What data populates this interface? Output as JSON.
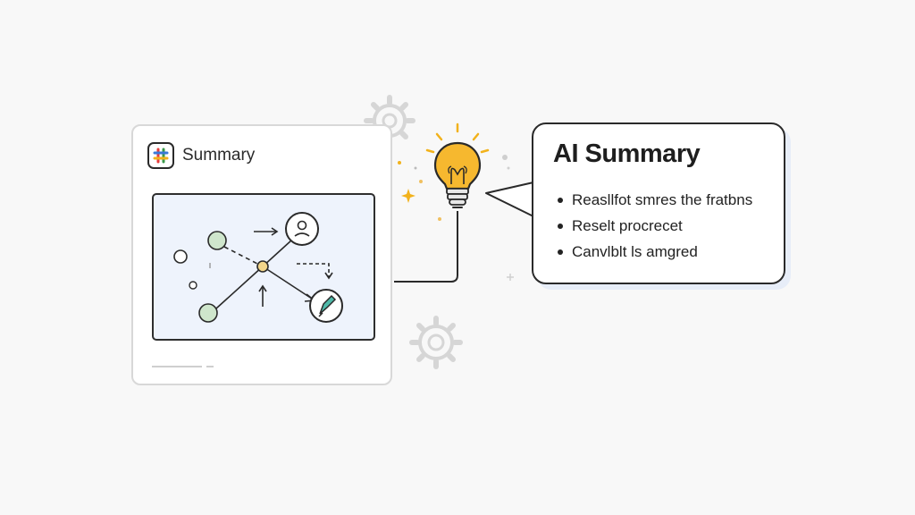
{
  "left_card": {
    "title": "Summary",
    "logo_icon": "hashtag-grid-icon",
    "logo_colors": [
      "#e63b3b",
      "#3a9a4a",
      "#3a78d8",
      "#f2b21c"
    ]
  },
  "summary": {
    "title": "AI Summary",
    "bullets": [
      "Reasllfot smres the fratbns",
      "Reselt procrecet",
      "Canvlblt ls amgred"
    ]
  },
  "decor": {
    "gear_icons": [
      "gear-icon",
      "gear-icon"
    ],
    "bulb_icon": "lightbulb-icon",
    "bulb_color": "#f6b82f",
    "accent_light": "#dbe6f8",
    "node_green": "#cfe6cc",
    "node_teal": "#4fb9a9"
  }
}
